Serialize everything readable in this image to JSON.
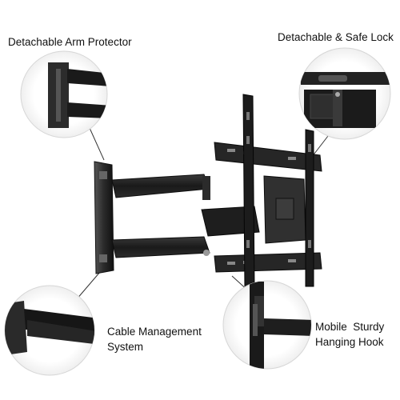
{
  "callouts": {
    "arm_protector": {
      "label": "Detachable Arm Protector"
    },
    "safe_lock": {
      "label": "Detachable & Safe Lock"
    },
    "cable_management": {
      "line1": "Cable Management",
      "line2": "System"
    },
    "hanging_hook": {
      "line1": "Mobile  Sturdy",
      "line2": "Hanging Hook"
    }
  },
  "colors": {
    "metal_dark": "#1c1c1c",
    "metal_mid": "#2e2e2e",
    "metal_light": "#4a4a4a",
    "leader_line": "#333333",
    "circle_edge": "#d6d6d6"
  }
}
